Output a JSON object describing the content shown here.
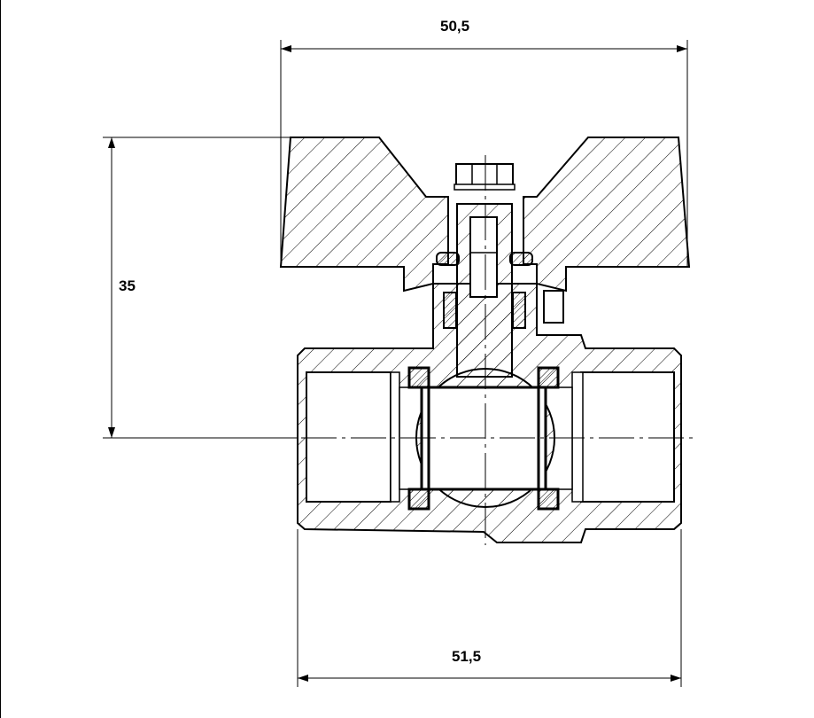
{
  "dimensions": {
    "handle_width": "50,5",
    "height_to_axis": "35",
    "body_length": "51,5"
  },
  "colors": {
    "line": "#000000",
    "background": "#ffffff"
  }
}
